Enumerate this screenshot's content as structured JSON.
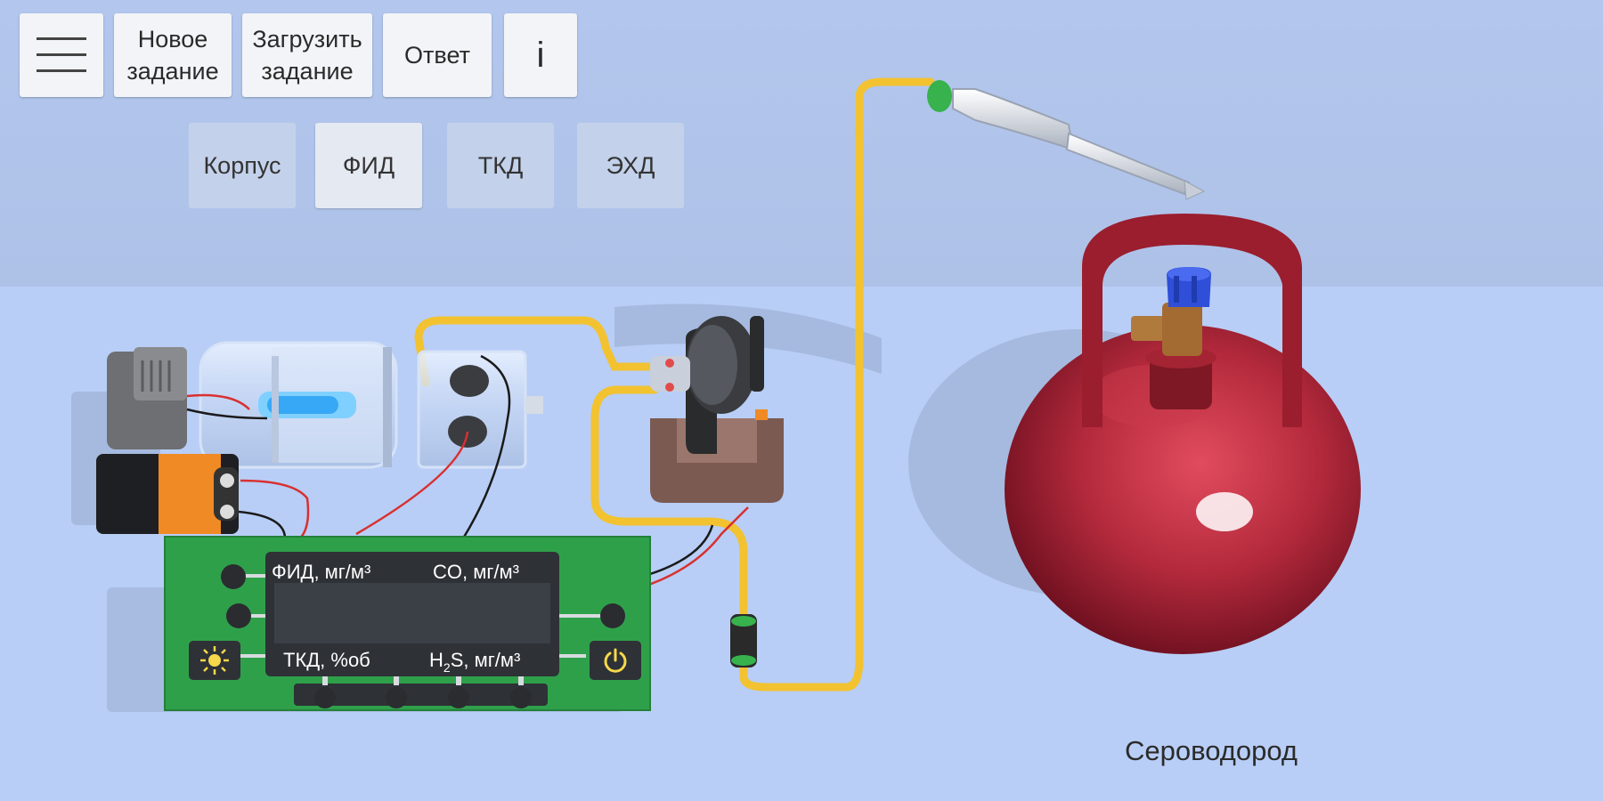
{
  "toolbar": {
    "menu_icon": "hamburger-menu-icon",
    "new_task": "Новое\nзадание",
    "load_task": "Загрузить\nзадание",
    "answer": "Ответ",
    "info": "i"
  },
  "modes": {
    "items": [
      {
        "label": "Корпус",
        "active": false
      },
      {
        "label": "ФИД",
        "active": true
      },
      {
        "label": "ТКД",
        "active": false
      },
      {
        "label": "ЭХД",
        "active": false
      }
    ]
  },
  "display": {
    "fid": "ФИД, мг/м³",
    "co": "CO, мг/м³",
    "tkd": "ТКД, %об",
    "h2s_main": "H",
    "h2s_sub": "2",
    "h2s_rest": "S, мг/м³"
  },
  "board_buttons": {
    "light_icon": "sun-icon",
    "power_icon": "power-icon"
  },
  "scene": {
    "cylinder_label": "Сероводород"
  },
  "colors": {
    "board_green": "#2fa04a",
    "cylinder_red": "#b42a3c",
    "tube_yellow": "#f2c230",
    "valve_blue": "#2f4fd8"
  }
}
